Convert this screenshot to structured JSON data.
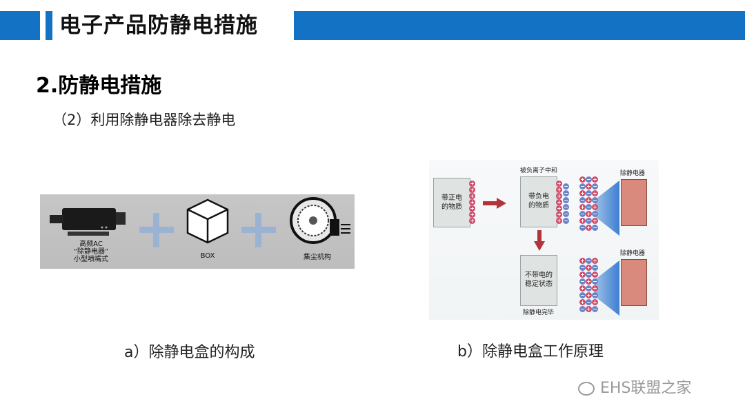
{
  "header": {
    "title": "电子产品防静电措施",
    "color": "#1472C4"
  },
  "section_title": "2.防静电措施",
  "subtitle": "（2）利用除静电器除去静电",
  "figure_a": {
    "caption": "a）除静电盒的构成",
    "labels": {
      "ionizer": "高频AC\n“除静电器”\n小型喷嘴式",
      "box": "BOX",
      "fan": "集尘机构"
    },
    "icons": [
      "ionizer-device-icon",
      "plus-icon",
      "cube-icon",
      "plus-icon",
      "blower-fan-icon"
    ]
  },
  "figure_b": {
    "caption": "b）除静电盒工作原理",
    "labels": {
      "neutralized_by_neg_ions": "被负离子中和",
      "ionizer_top": "除静电器",
      "ionizer_bottom": "除静电器",
      "positive_matter": "带正电\n的物质",
      "negative_matter": "带负电\n的物质",
      "neutral_matter": "不带电的\n稳定状态",
      "done": "除静电完毕"
    },
    "colors": {
      "positive": "#d04a6a",
      "negative": "#6a84c8",
      "arrow": "#b2343a"
    }
  },
  "watermark": "EHS联盟之家"
}
